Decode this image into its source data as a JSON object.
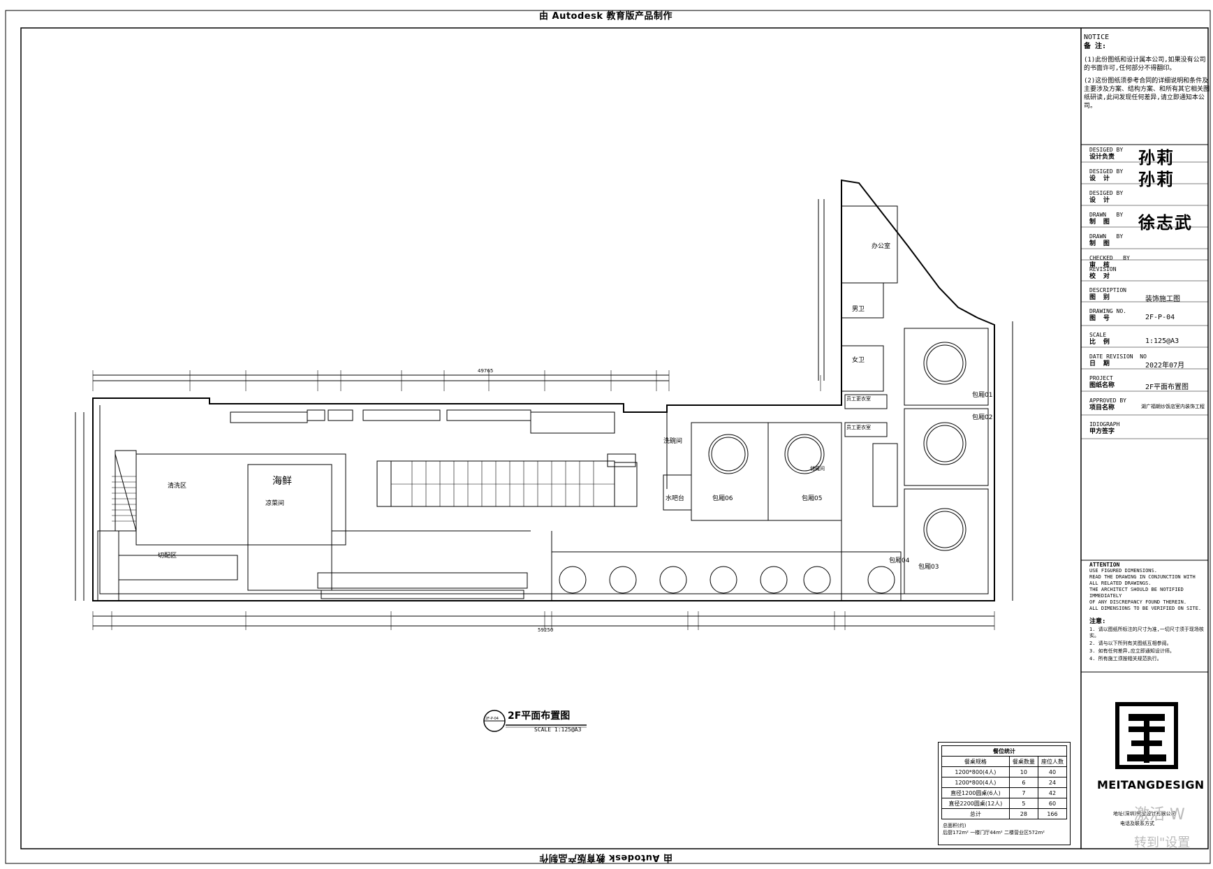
{
  "watermark_top": "由 Autodesk 教育版产品制作",
  "watermark_bottom": "由 Autodesk 教育版产品制作",
  "title_block": {
    "notice_en": "NOTICE",
    "notice_cn": "备 注:",
    "note1": "(1)此份图纸和设计属本公司,如果没有公司的书面许可,任何部分不得翻印。",
    "note2": "(2)这份图纸须参考合同的详细说明和条件及主要涉及方案、结构方案、和所有其它相关图纸研读,此间发现任何差异,请立即通知本公司。",
    "rows": [
      {
        "en": "DESIGED BY",
        "cn": "设计负责",
        "value": "孙莉"
      },
      {
        "en": "DESIGED BY",
        "cn": "设  计",
        "value": "孙莉"
      },
      {
        "en": "DESIGED BY",
        "cn": "设  计",
        "value": ""
      },
      {
        "en": "DRAWN   BY",
        "cn": "制  图",
        "value": "徐志武"
      },
      {
        "en": "DRAWN   BY",
        "cn": "制  图",
        "value": ""
      },
      {
        "en": "CHECKED   BY",
        "cn": "审  核",
        "value": ""
      },
      {
        "en": "REVISION",
        "cn": "校  对",
        "value": ""
      },
      {
        "en": "DESCRIPTION",
        "cn": "图  别",
        "value": "装饰施工图"
      },
      {
        "en": "DRAWING NO.",
        "cn": "图  号",
        "value": "2F-P-04"
      },
      {
        "en": "SCALE",
        "cn": "比  例",
        "value": "1:125@A3"
      },
      {
        "en": "DATE REVISION  NO",
        "cn": "日  期",
        "value": "2022年07月"
      },
      {
        "en": "PROJECT",
        "cn": "图纸名称",
        "value": "2F平面布置图"
      },
      {
        "en": "APPROVED BY",
        "cn": "项目名称",
        "value": "湖广福朝炒饭店室内装饰工程"
      },
      {
        "en": "IDIOGRAPH",
        "cn": "甲方签字",
        "value": ""
      }
    ],
    "attention_title": "ATTENTION",
    "attention_lines": [
      "USE FIGURED DIMENSIONS.",
      "READ THE DRAWING IN CONJUNCTION WITH",
      "ALL RELATED DRAWINGS.",
      "THE ARCHITECT SHOULD BE NOTIFIED IMMEDIATELY",
      "OF ANY DISCREPANCY FOUND THEREIN.",
      "ALL DIMENSIONS TO BE VERIFIED ON SITE."
    ],
    "zhuyi_title": "注意:",
    "zhuyi_lines": [
      "1. 请以图纸所标注的尺寸为准,一切尺寸须于现场核实。",
      "2. 请与以下所列有关图纸互相参阅。",
      "3. 如有任何差异,应立即通知设计师。",
      "4. 所有施工须按相关规范执行。"
    ],
    "logo_text": "MEITANGDESIGN",
    "footer_line1": "地址(深圳)美堂设计有限公司",
    "footer_line2": "电话及联系方式",
    "activate_1": "激活 W",
    "activate_2": "转到\"设置"
  },
  "plan": {
    "title": "2F平面布置图",
    "scale": "SCALE 1:125@A3",
    "ref_tag": "2F-P-04",
    "labels": {
      "office": "办公室",
      "seafood": "海鲜",
      "cleaning": "清洗区",
      "cutting": "切配区",
      "cold_dish": "凉菜间",
      "bar": "水吧台",
      "wash": "洗碗间",
      "male_wc": "男卫",
      "female_wc": "女卫",
      "staff1": "员工更衣室",
      "staff2": "员工更衣室",
      "room01": "包厢01",
      "room02": "包厢02",
      "room03": "包厢03",
      "room04": "包厢04",
      "room05": "包厢05",
      "room06": "包厢06",
      "storage": "储藏间",
      "top_total": "49765",
      "bottom_total": "59250"
    }
  },
  "stats": {
    "title": "餐位统计",
    "headers": [
      "餐桌规格",
      "餐桌数量",
      "座位人数"
    ],
    "rows": [
      [
        "1200*800(4人)",
        "10",
        "40"
      ],
      [
        "1200*800(4人)",
        "6",
        "24"
      ],
      [
        "直径1200圆桌(6人)",
        "7",
        "42"
      ],
      [
        "直径2200圆桌(12人)",
        "5",
        "60"
      ],
      [
        "总计",
        "28",
        "166"
      ]
    ],
    "footer1": "总面积(约)",
    "footer2": "后厨172m²  一楼门厅44m²  二楼营业区572m²"
  }
}
